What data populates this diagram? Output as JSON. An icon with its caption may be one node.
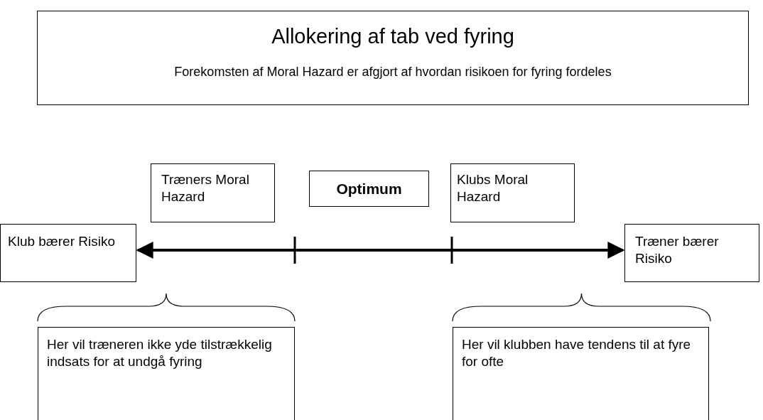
{
  "diagram": {
    "nodes": [
      {
        "text": [
          "Allokering af tab ved fyring",
          "Forekomsten af Moral Hazard er afgjort af hvordan risikoen for fyring fordeles"
        ]
      },
      {
        "text": [
          "Træners Moral Hazard"
        ]
      },
      {
        "text": [
          "Optimum"
        ]
      },
      {
        "text": [
          "Klubs Moral Hazard"
        ]
      },
      {
        "text": [
          "Klub bærer Risiko"
        ]
      },
      {
        "text": [
          "Træner bærer Risiko"
        ]
      },
      {
        "text": [
          "Her vil træneren ikke yde tilstrækkelig indsats for at undgå fyring"
        ]
      },
      {
        "text": [
          "Her vil klubben have tendens til at fyre for ofte"
        ]
      }
    ],
    "edges": [
      {
        "from": 4,
        "to": 5,
        "arrow": "both"
      }
    ]
  }
}
